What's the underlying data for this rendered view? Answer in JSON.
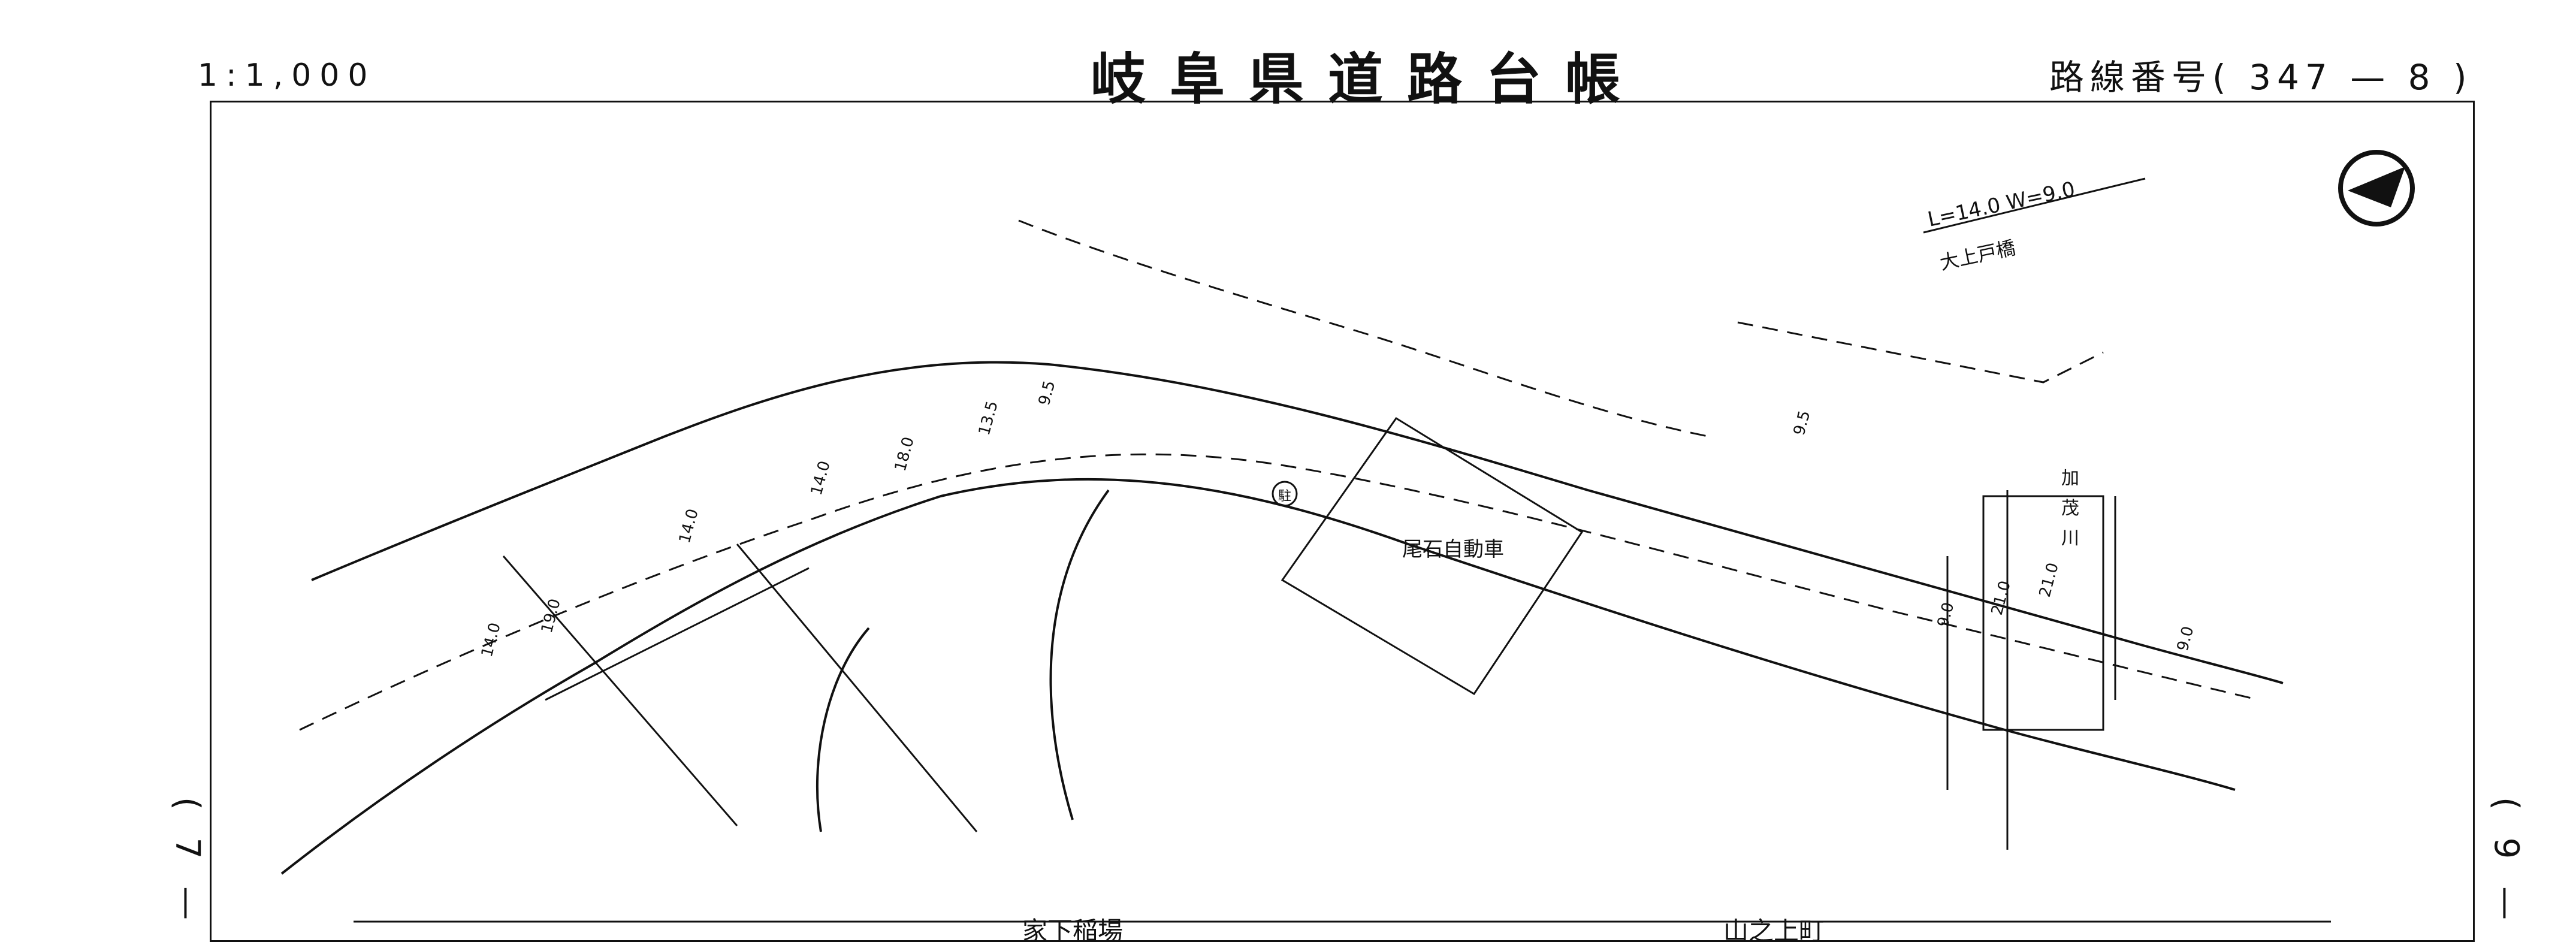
{
  "header": {
    "scale": "1:1,000",
    "title": "岐阜県道路台帳",
    "route_label": "路線番号",
    "route_number": "( 347 — 8 )"
  },
  "side": {
    "left": "( 7 —",
    "right": "( 9 —"
  },
  "map": {
    "bridge_dims": "L=14.0 W=9.0",
    "bridge_name": "大上戸橋",
    "building_name": "尾石自動車",
    "parking_symbol": "駐",
    "river_chars": [
      "加",
      "茂",
      "川"
    ],
    "width_labels": [
      "14.0",
      "19.0",
      "14.0",
      "14.0",
      "18.0",
      "13.5",
      "9.5",
      "9.5",
      "9.0",
      "21.0",
      "21.0",
      "9.0"
    ],
    "bottom_labels": [
      "家下稲場",
      "山之上町"
    ],
    "line_color": "#111111"
  }
}
